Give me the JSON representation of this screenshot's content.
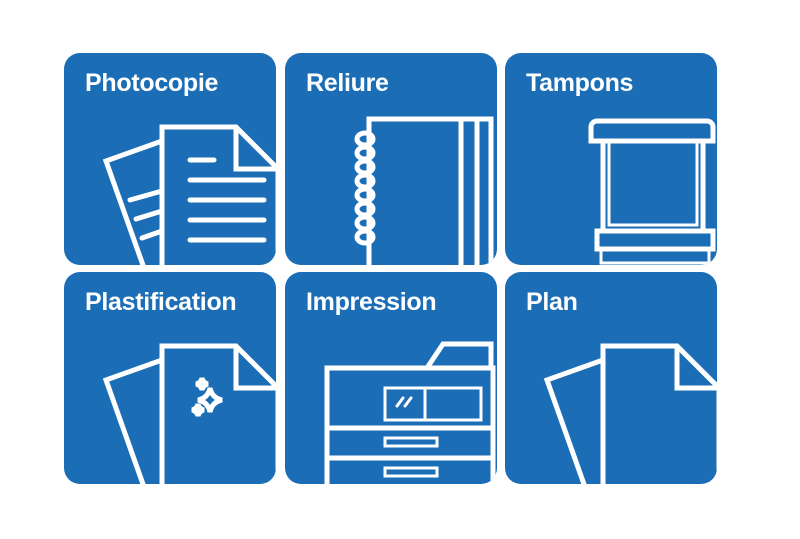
{
  "tiles": [
    {
      "label": "Photocopie",
      "icon": "photocopy-icon"
    },
    {
      "label": "Reliure",
      "icon": "binding-notebook-icon"
    },
    {
      "label": "Tampons",
      "icon": "stamp-icon"
    },
    {
      "label": "Plastification",
      "icon": "laminated-sheet-icon"
    },
    {
      "label": "Impression",
      "icon": "printer-icon"
    },
    {
      "label": "Plan",
      "icon": "plan-sheets-icon"
    }
  ],
  "colors": {
    "tile": "#1b6db6",
    "icon": "#ffffff"
  }
}
